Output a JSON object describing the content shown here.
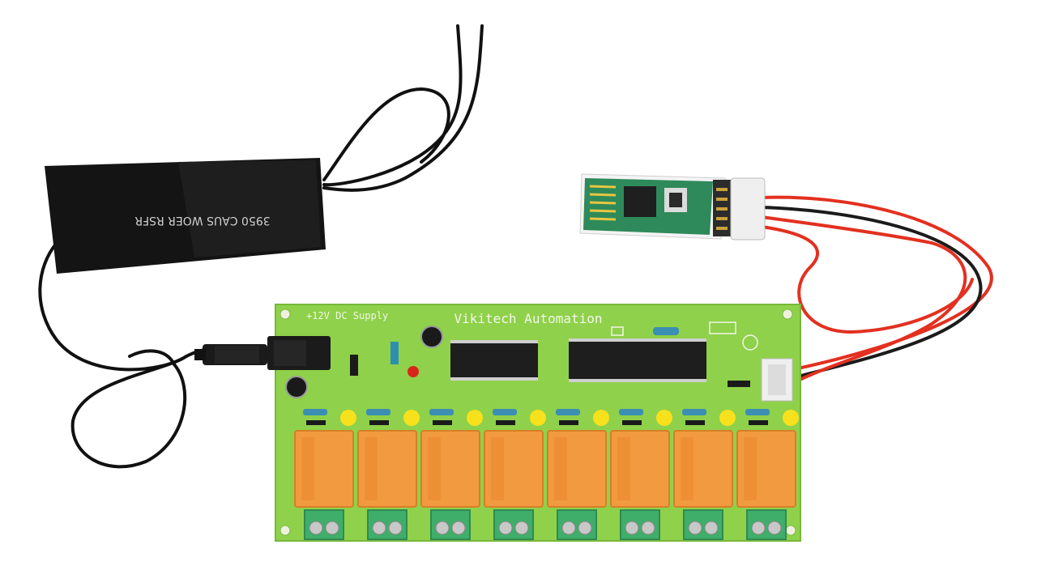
{
  "pcb": {
    "title": "Vikitech Automation",
    "supply_label": "+12V DC Supply",
    "relay_count": 8,
    "colors": {
      "board": "#8fd14a",
      "relay": "#f29a3f",
      "terminal": "#3fae6a",
      "led": "#f7e11c"
    }
  },
  "battery_pack": {
    "label": "3950 CAUS WOER RSFR",
    "color": "#141414"
  },
  "bluetooth_module": {
    "board_color": "#2e8a5a",
    "wire_colors": [
      "#e3301f",
      "#1b1b1b"
    ]
  }
}
